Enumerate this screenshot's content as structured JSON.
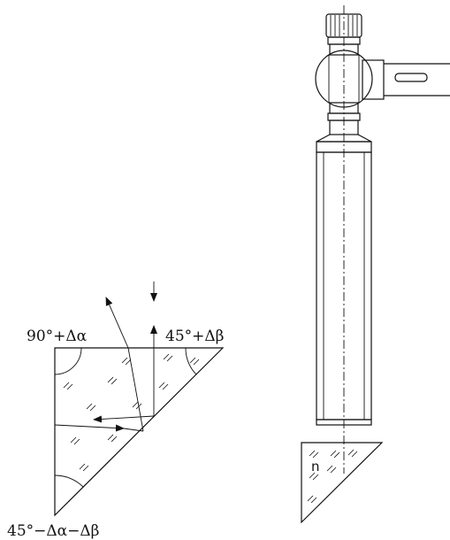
{
  "labels": {
    "angle_top_left": "90°+Δα",
    "angle_top_right": "45°+Δβ",
    "angle_bottom": "45°−Δα−Δβ",
    "refractive_index": "n"
  }
}
